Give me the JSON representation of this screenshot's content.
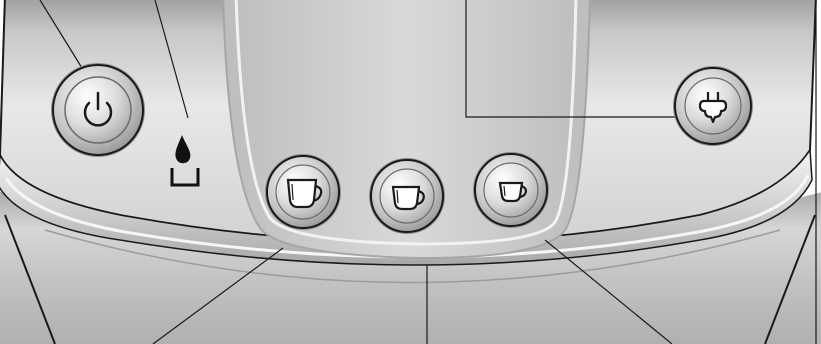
{
  "figure": {
    "subject": "coffee-machine-control-panel",
    "style": "line-drawing-grayscale"
  },
  "controls": [
    {
      "id": "power",
      "icon": "power-icon"
    },
    {
      "id": "steam",
      "icon": "steam-icon"
    },
    {
      "id": "cup-large",
      "icon": "large-cup-icon"
    },
    {
      "id": "cup-medium",
      "icon": "medium-cup-icon"
    },
    {
      "id": "cup-small",
      "icon": "small-cup-icon"
    }
  ],
  "indicators": [
    {
      "id": "water-tank",
      "icon": "water-tank-icon"
    }
  ],
  "callout_lines": 7,
  "colors": {
    "panel_light": "#eaeaea",
    "panel_dark": "#9a9a9a",
    "outline": "#1a1a1a",
    "button_face": "#d8d8d8",
    "lower_body": "#c4c4c4"
  }
}
